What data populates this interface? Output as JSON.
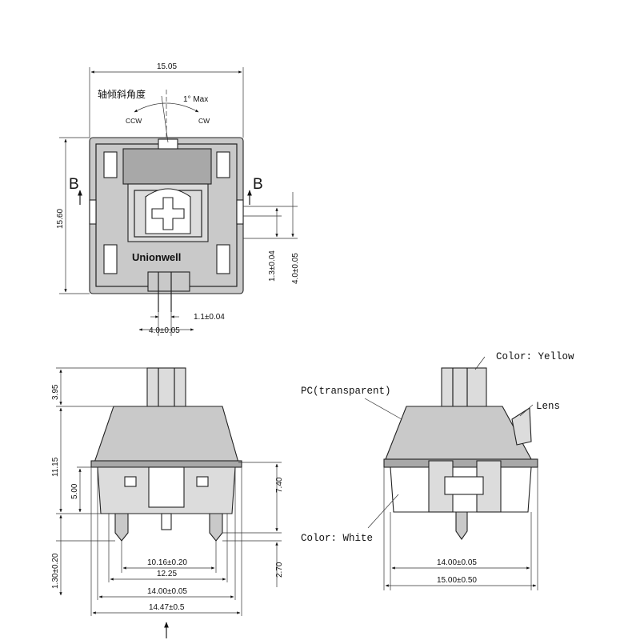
{
  "top_view": {
    "width_dim": "15.05",
    "height_dim": "15.60",
    "tilt_label": "轴倾斜角度",
    "tilt_max": "1° Max",
    "ccw": "CCW",
    "cw": "CW",
    "section_left": "B",
    "section_right": "B",
    "brand": "Unionwell",
    "dim_1_3": "1.3±0.04",
    "dim_4_0_v": "4.0±0.05",
    "dim_1_1": "1.1±0.04",
    "dim_4_0_h": "4.0±0.05"
  },
  "side_view": {
    "dim_3_95": "3.95",
    "dim_11_15": "11.15",
    "dim_5_00": "5.00",
    "dim_7_40": "7.40",
    "dim_1_30": "1.30±0.20",
    "dim_2_70": "2.70",
    "dim_10_16": "10.16±0.20",
    "dim_12_25": "12.25",
    "dim_14_00": "14.00±0.05",
    "dim_14_47": "14.47±0.5"
  },
  "section_view": {
    "color_yellow": "Color: Yellow",
    "pc_transparent": "PC(transparent)",
    "lens": "Lens",
    "color_white": "Color: White",
    "dim_14_00": "14.00±0.05",
    "dim_15_00": "15.00±0.50"
  }
}
